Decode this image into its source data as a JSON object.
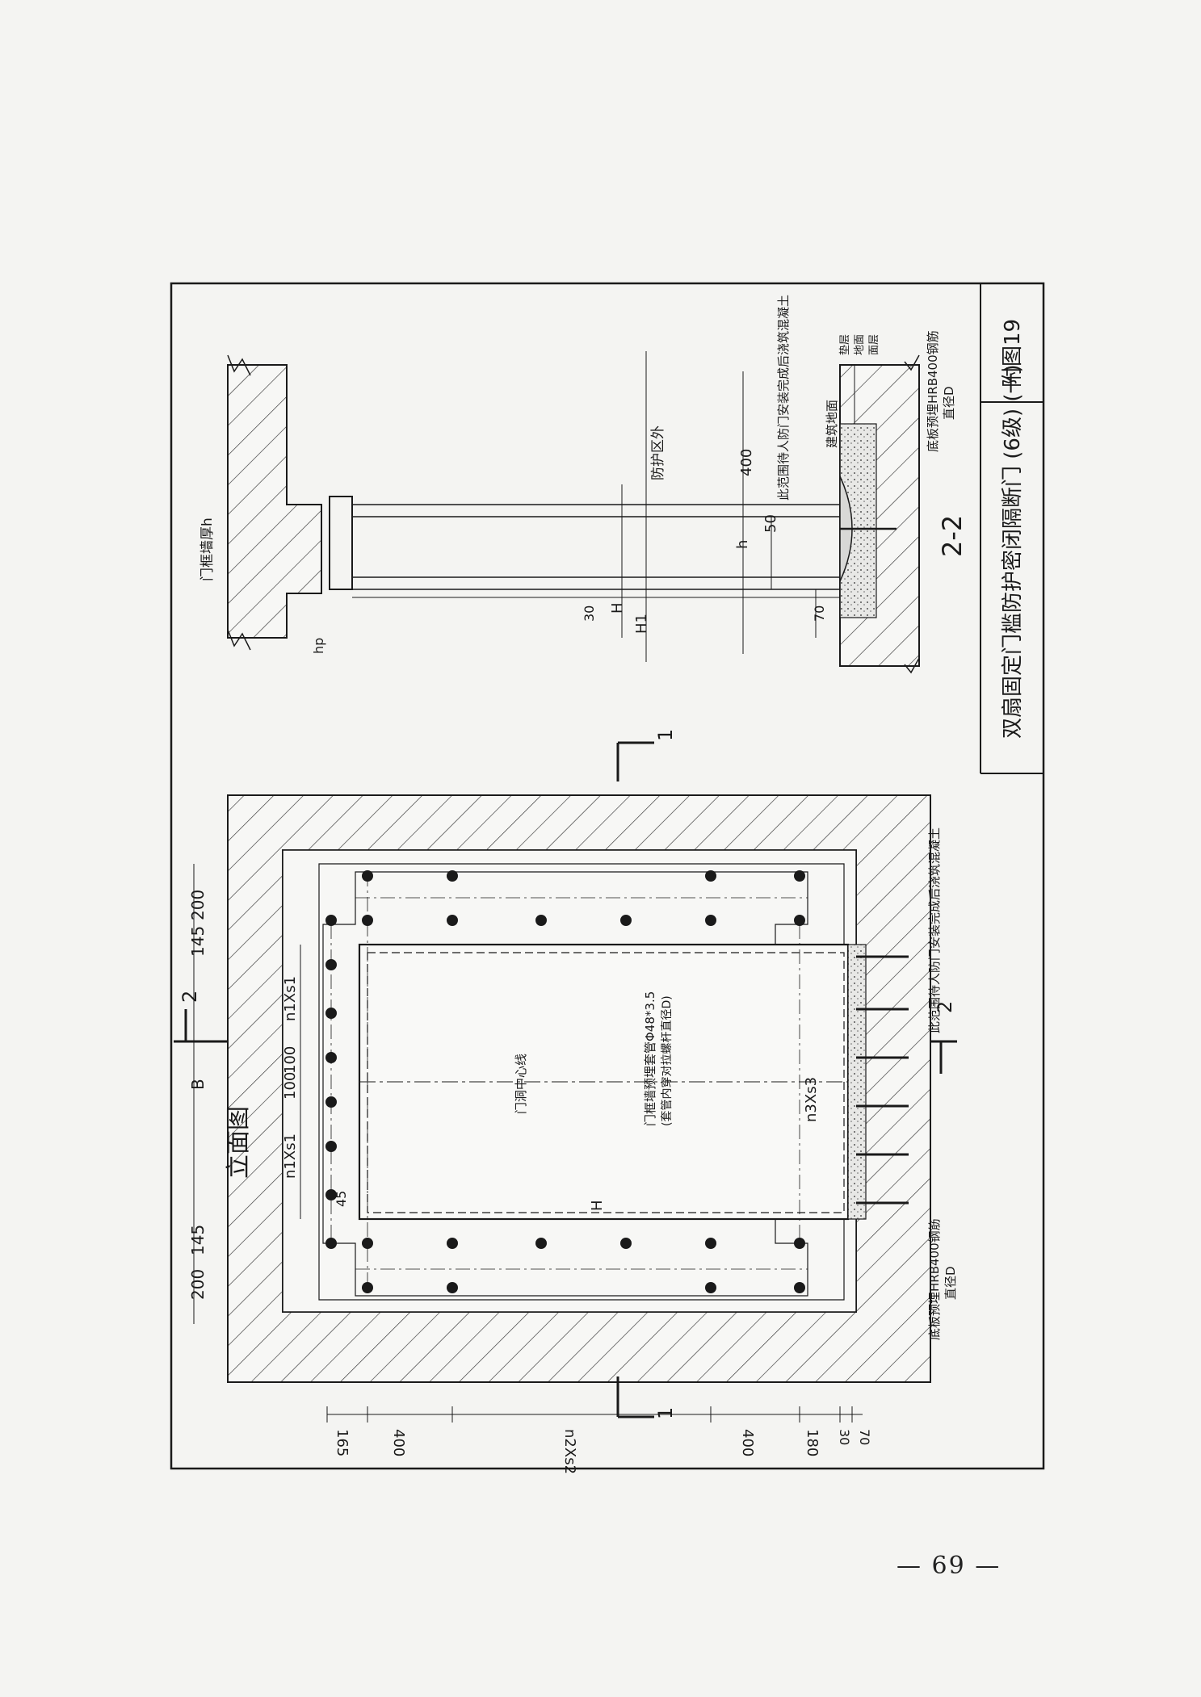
{
  "title_block": {
    "title": "双扇固定门槛防护密闭隔断门 (6级) (一)",
    "figure_no": "附图19"
  },
  "page_number": "— 69 —",
  "elevation": {
    "caption": "立面图",
    "section_mark": "1",
    "section_mark_2": "2",
    "center_line_label": "门洞中心线",
    "sleeve_note": [
      "门框墙预埋套管Φ48*3.5",
      "(套管内穿对拉螺杆直径D)"
    ],
    "rebar_note": [
      "底板预埋HRB400钢筋",
      "直径D"
    ],
    "concrete_note": "此范围待人防门安装完成后浇筑混凝土",
    "dims_top": [
      "200",
      "145",
      "B",
      "145",
      "200"
    ],
    "dims_inner": [
      "n1Xs1",
      "100",
      "100",
      "n1Xs1"
    ],
    "dim_45": "45",
    "dim_H": "H",
    "dim_n3": "n3Xs3",
    "dims_left": [
      "165",
      "400",
      "n2Xs2",
      "400",
      "180",
      "30",
      "70"
    ]
  },
  "section": {
    "caption": "2-2",
    "wall_thickness_label": "门框墙厚h",
    "protect_outside": "防护区外",
    "floor_label": "建筑地面",
    "cover_label": [
      "垫层",
      "地面",
      "面层"
    ],
    "concrete_note": "此范围待人防门安装完成后浇筑混凝土",
    "rebar_note": [
      "底板预埋HRB400钢筋",
      "直径D"
    ],
    "dims": [
      "400",
      "50",
      "h",
      "H",
      "H1",
      "30",
      "70",
      "hp"
    ]
  }
}
